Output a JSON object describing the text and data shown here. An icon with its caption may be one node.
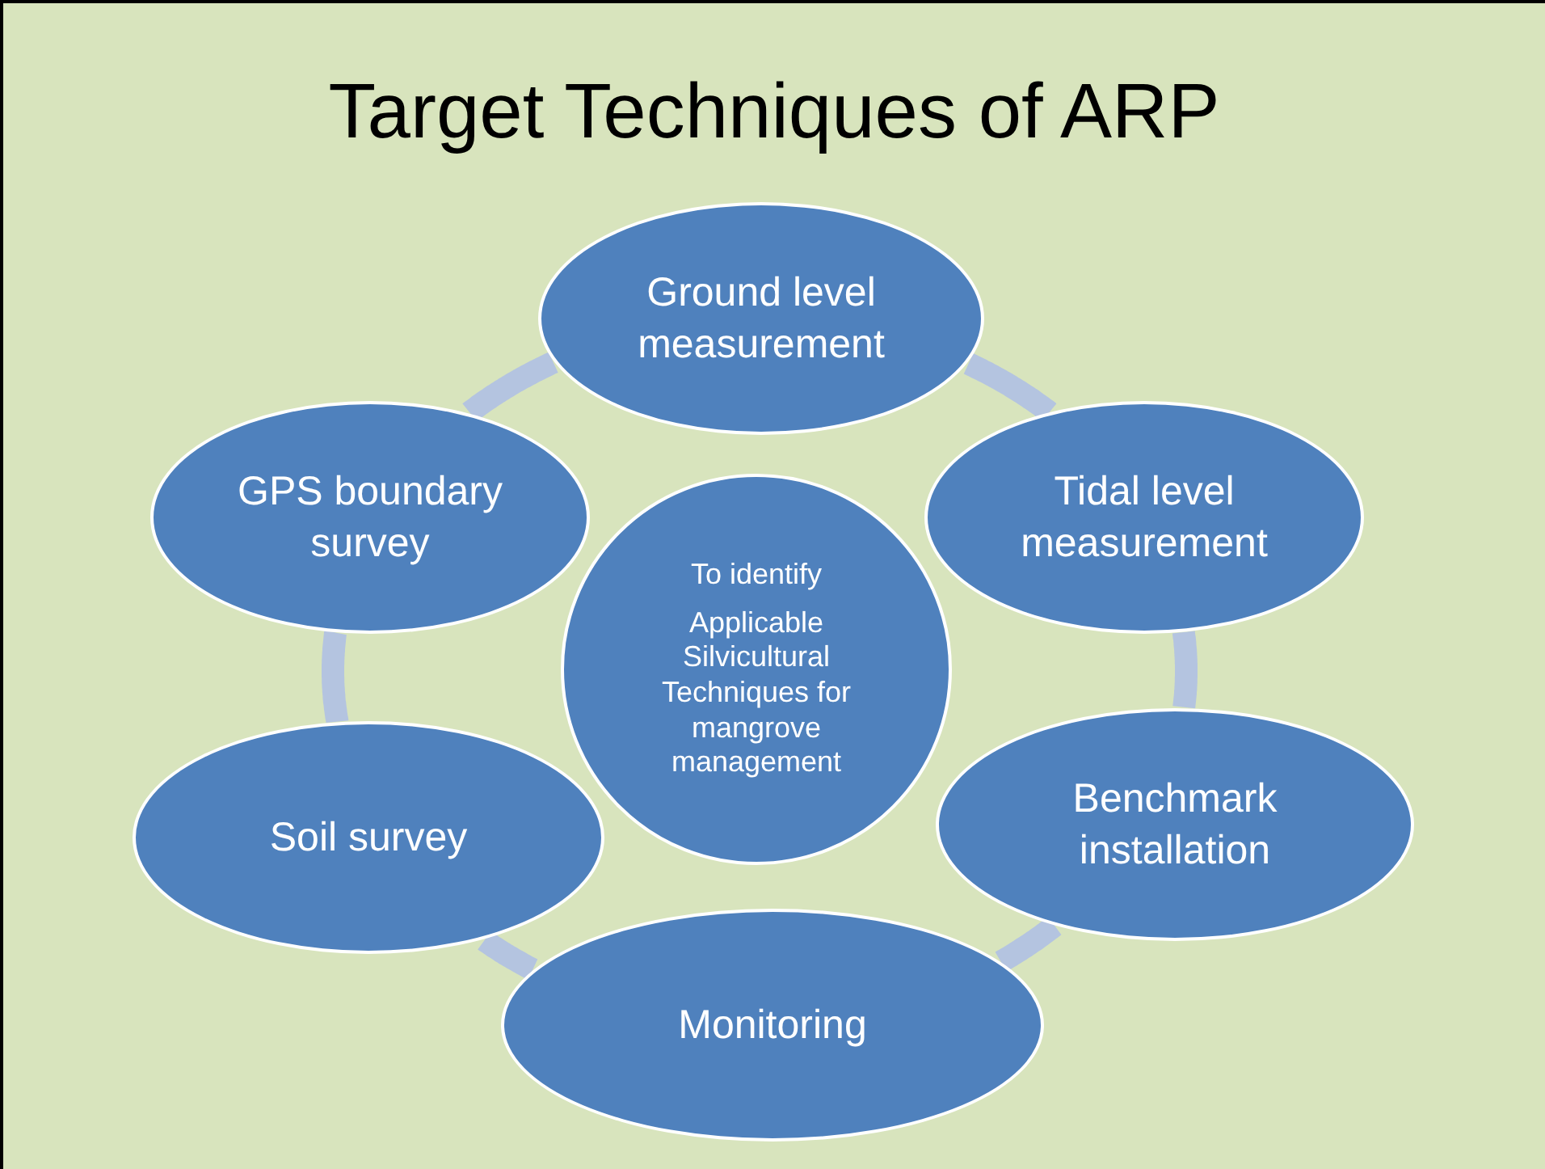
{
  "diagram": {
    "title": "Target Techniques of ARP",
    "nodes": [
      {
        "text": [
          "Ground level measurement"
        ]
      },
      {
        "text": [
          "GPS boundary survey"
        ]
      },
      {
        "text": [
          "Tidal level measurement"
        ]
      },
      {
        "text": [
          "To identify",
          "Applicable Silvicultural Techniques for mangrove management"
        ]
      },
      {
        "text": [
          "Soil survey"
        ]
      },
      {
        "text": [
          "Benchmark installation"
        ]
      },
      {
        "text": [
          "Monitoring"
        ]
      }
    ],
    "edges": [
      {
        "from": 0,
        "to": 2,
        "arrow": "none"
      },
      {
        "from": 2,
        "to": 5,
        "arrow": "none"
      },
      {
        "from": 5,
        "to": 6,
        "arrow": "none"
      },
      {
        "from": 6,
        "to": 4,
        "arrow": "none"
      },
      {
        "from": 4,
        "to": 1,
        "arrow": "none"
      },
      {
        "from": 1,
        "to": 0,
        "arrow": "none"
      }
    ]
  }
}
